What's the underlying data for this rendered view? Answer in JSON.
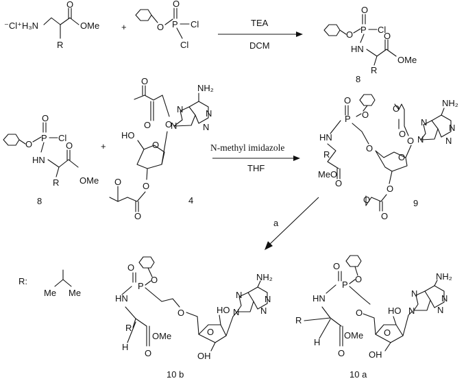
{
  "labels": {
    "cl_anion": "⁻Cl⁺H₃N",
    "ome": "OMe",
    "meo": "MeO",
    "r": "R",
    "o": "O",
    "p": "P",
    "cl": "Cl",
    "hn": "HN",
    "nh2": "NH₂",
    "n": "N",
    "h": "H",
    "ho": "HO",
    "oh": "OH",
    "plus": "+",
    "me": "Me",
    "r_def": "R:"
  },
  "reagents": {
    "step1_top": "TEA",
    "step1_bottom": "DCM",
    "step2_top": "N-methyl imidazole",
    "step2_bottom": "THF",
    "step3": "a"
  },
  "compounds": {
    "c8_top": "8",
    "c8_left": "8",
    "c4": "4",
    "c9": "9",
    "c10b": "10 b",
    "c10a": "10 a"
  }
}
